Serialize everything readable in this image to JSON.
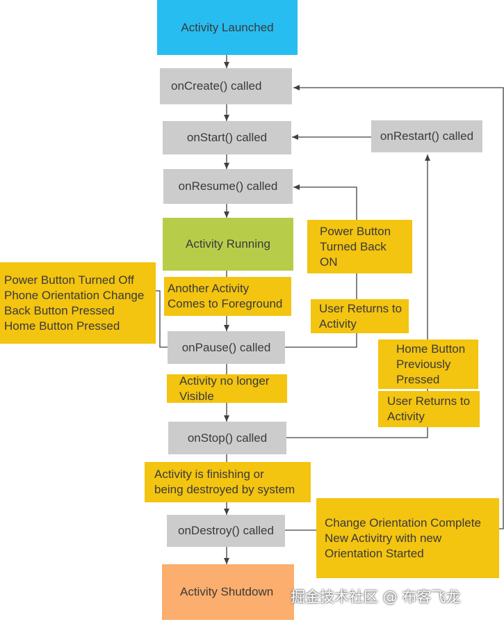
{
  "colors": {
    "launch": "#27bdf1",
    "state": "#cccccc",
    "running": "#b7cd4a",
    "note": "#f3c410",
    "shutdown": "#fbae6e",
    "line": "#404040"
  },
  "states": {
    "activity_launched": "Activity Launched",
    "on_create": "onCreate() called",
    "on_start": "onStart() called",
    "on_restart": "onRestart() called",
    "on_resume": "onResume() called",
    "activity_running": "Activity Running",
    "on_pause": "onPause() called",
    "on_stop": "onStop() called",
    "on_destroy": "onDestroy() called",
    "activity_shutdown": "Activity Shutdown"
  },
  "notes": {
    "power_button_back_on": "Power Button\nTurned Back\nON",
    "pause_triggers": "Power Button Turned Off\nPhone Orientation Change\nBack Button Pressed\nHome Button Pressed",
    "another_activity": "Another Activity\nComes to Foreground",
    "user_returns_1": "User Returns to\nActivity",
    "home_button_previously": "Home Button\nPreviously\nPressed",
    "no_longer_visible": "Activity no longer\nVisible",
    "user_returns_2": "User Returns to\nActivity",
    "finishing": "Activity is finishing or\nbeing destroyed by system",
    "change_orientation": "Change Orientation Complete\nNew Activitry with new\nOrientation Started"
  },
  "watermark": "掘金技术社区 @ 布客飞龙"
}
